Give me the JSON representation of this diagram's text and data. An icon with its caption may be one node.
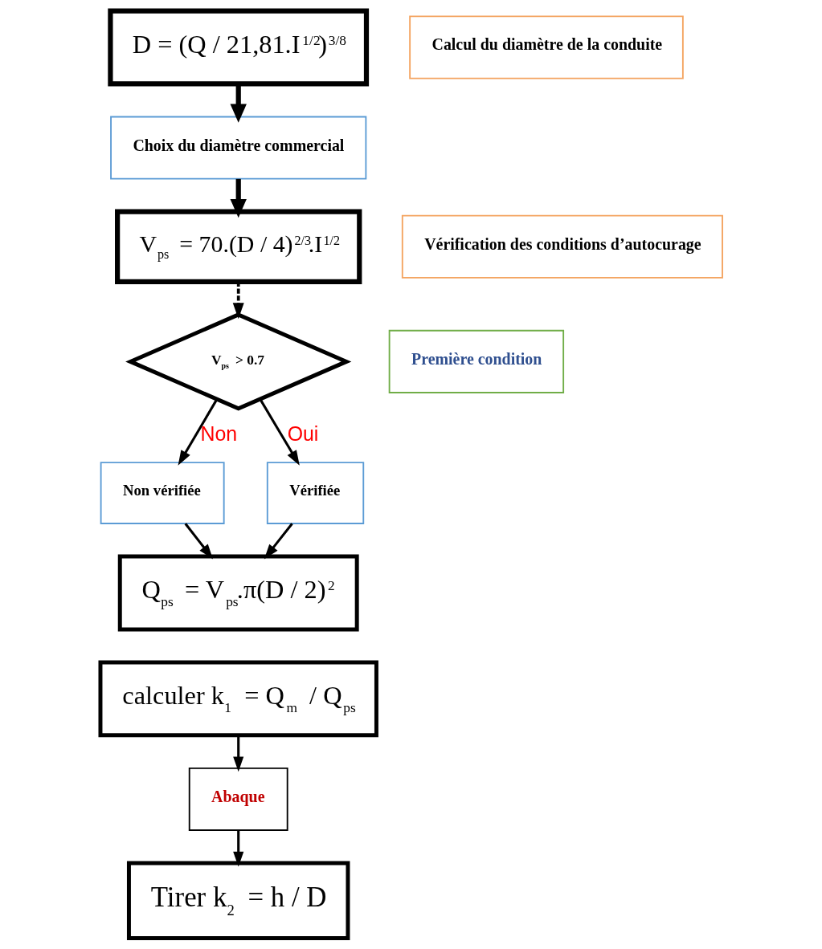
{
  "diagram": {
    "nodes": [
      {
        "text": [
          "D = (Q / 21,81.I$^{1/2}$)$^{3/8}$"
        ]
      },
      {
        "text": [
          "Calcul du diamètre de la conduite"
        ]
      },
      {
        "text": [
          "Choix du diamètre commercial"
        ]
      },
      {
        "text": [
          "V$_{ps}$ = 70.(D / 4)$^{2/3}$.I$^{1/2}$"
        ]
      },
      {
        "text": [
          "Vérification des conditions d’autocurage"
        ]
      },
      {
        "text": [
          "V$_{ps}$ > 0.7"
        ]
      },
      {
        "text": [
          "Première condition"
        ]
      },
      {
        "text": [
          "Non vérifiée"
        ]
      },
      {
        "text": [
          "Vérifiée"
        ]
      },
      {
        "text": [
          "Q$_{ps}$ = V$_{ps}$.π(D / 2)$^{2}$"
        ]
      },
      {
        "text": [
          "calculer k$_{1}$ = Q$_{m}$ / Q$_{ps}$"
        ]
      },
      {
        "text": [
          "Abaque"
        ]
      },
      {
        "text": [
          "Tirer k$_{2}$ = h / D"
        ]
      }
    ],
    "edges": [
      {
        "from": 0,
        "to": 2,
        "arrow": "to",
        "style": "thick"
      },
      {
        "from": 2,
        "to": 3,
        "arrow": "to",
        "style": "thick"
      },
      {
        "from": 3,
        "to": 5,
        "arrow": "to",
        "style": "dashed"
      },
      {
        "from": 5,
        "to": 7,
        "arrow": "to",
        "label": "Non"
      },
      {
        "from": 5,
        "to": 8,
        "arrow": "to",
        "label": "Oui"
      },
      {
        "from": 7,
        "to": 9,
        "arrow": "to"
      },
      {
        "from": 8,
        "to": 9,
        "arrow": "to"
      },
      {
        "from": 10,
        "to": 11,
        "arrow": "to"
      },
      {
        "from": 11,
        "to": 12,
        "arrow": "to"
      }
    ]
  }
}
